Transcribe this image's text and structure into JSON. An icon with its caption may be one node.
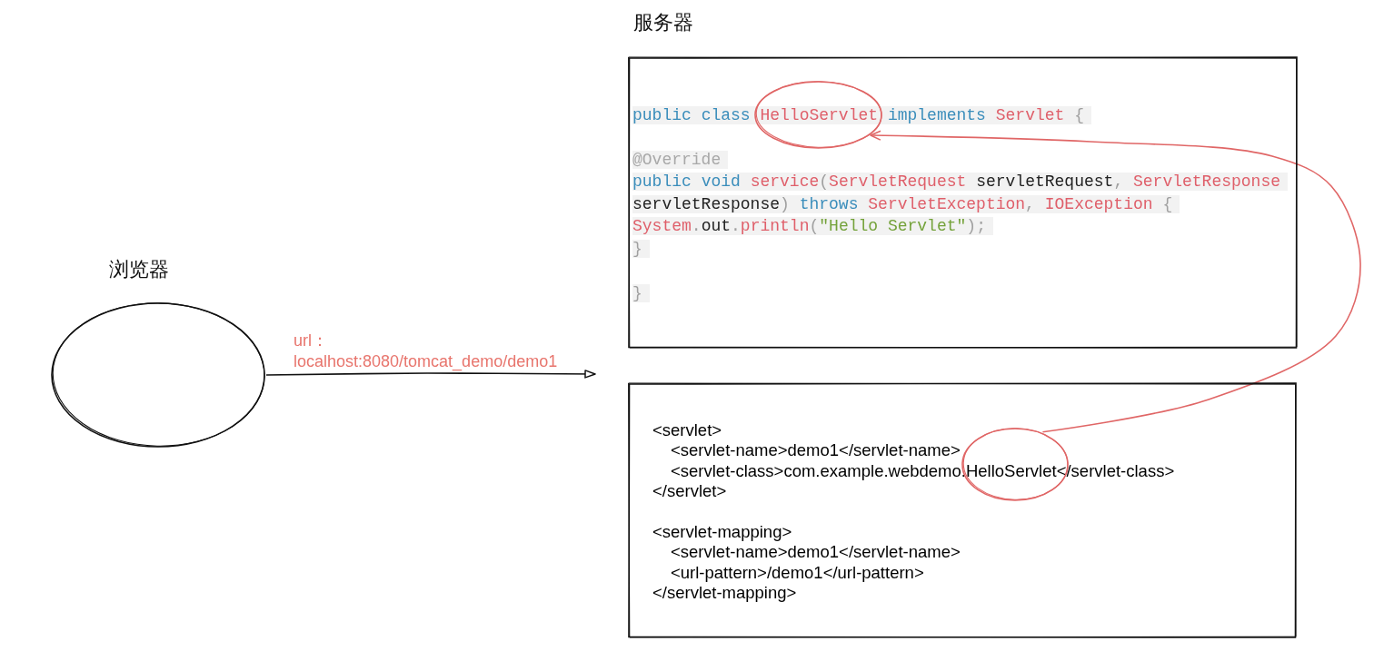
{
  "diagram": {
    "nodes": [
      {
        "text": [
          "浏览器"
        ]
      },
      {
        "text": [
          "服务器",
          "public class HelloServlet implements Servlet {",
          "@Override",
          "public void service(ServletRequest servletRequest, ServletResponse servletResponse) throws ServletException, IOException {",
          "System.out.println(\"Hello Servlet\");",
          "}",
          "}"
        ]
      },
      {
        "text": [
          "<servlet>",
          "<servlet-name>demo1</servlet-name>",
          "<servlet-class>com.example.webdemo.HelloServlet</servlet-class>",
          "</servlet>",
          "<servlet-mapping>",
          "<servlet-name>demo1</servlet-name>",
          "<url-pattern>/demo1</url-pattern>",
          "</servlet-mapping>"
        ]
      },
      {
        "text": [],
        "shape": "circle",
        "in": 2
      }
    ],
    "edges": [
      {
        "from": 0,
        "to": null,
        "arrow": "to",
        "label": "url： localhost:8080/tomcat_demo/demo1"
      },
      {
        "from": 3,
        "to": 1,
        "arrow": "to",
        "color": "#e06666"
      }
    ]
  }
}
